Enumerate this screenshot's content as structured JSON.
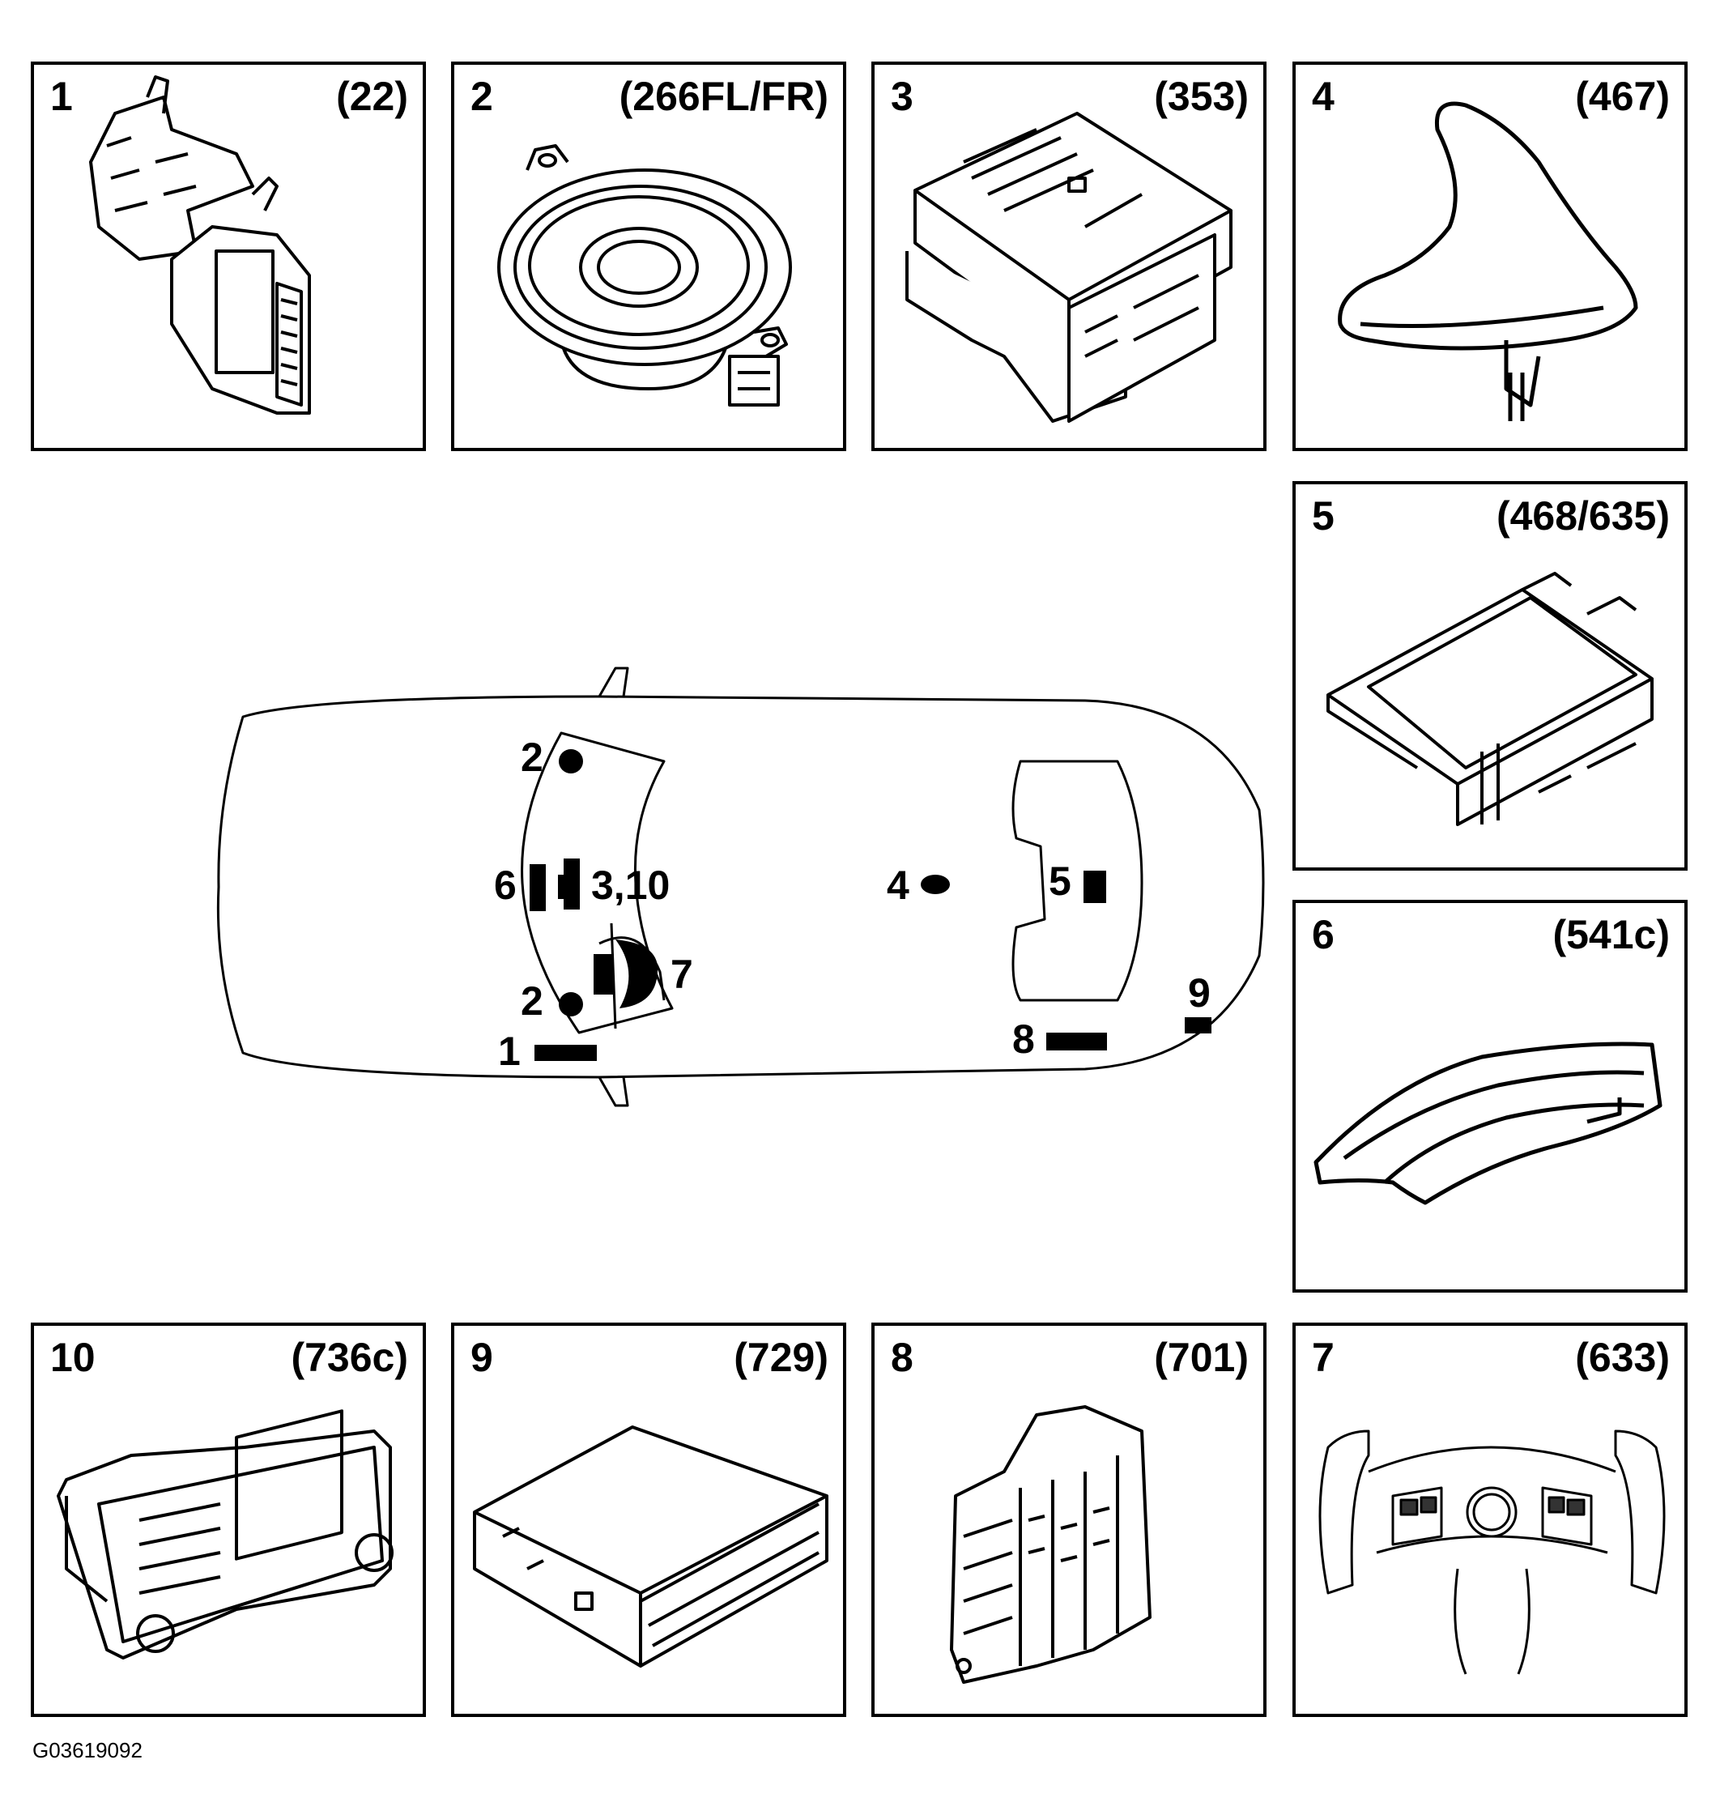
{
  "figure_id": "G03619092",
  "panels": [
    {
      "num": "1",
      "code": "(22)"
    },
    {
      "num": "2",
      "code": "(266FL/FR)"
    },
    {
      "num": "3",
      "code": "(353)"
    },
    {
      "num": "4",
      "code": "(467)"
    },
    {
      "num": "5",
      "code": "(468/635)"
    },
    {
      "num": "6",
      "code": "(541c)"
    },
    {
      "num": "10",
      "code": "(736c)"
    },
    {
      "num": "9",
      "code": "(729)"
    },
    {
      "num": "8",
      "code": "(701)"
    },
    {
      "num": "7",
      "code": "(633)"
    }
  ],
  "car_labels": {
    "speaker_front": "2",
    "speaker_rear": "2",
    "dash_left": "6",
    "dash_right": "3,10",
    "steering": "7",
    "module_front": "1",
    "antenna": "4",
    "trunk_module": "5",
    "rear_module": "8",
    "rear_small": "9"
  }
}
